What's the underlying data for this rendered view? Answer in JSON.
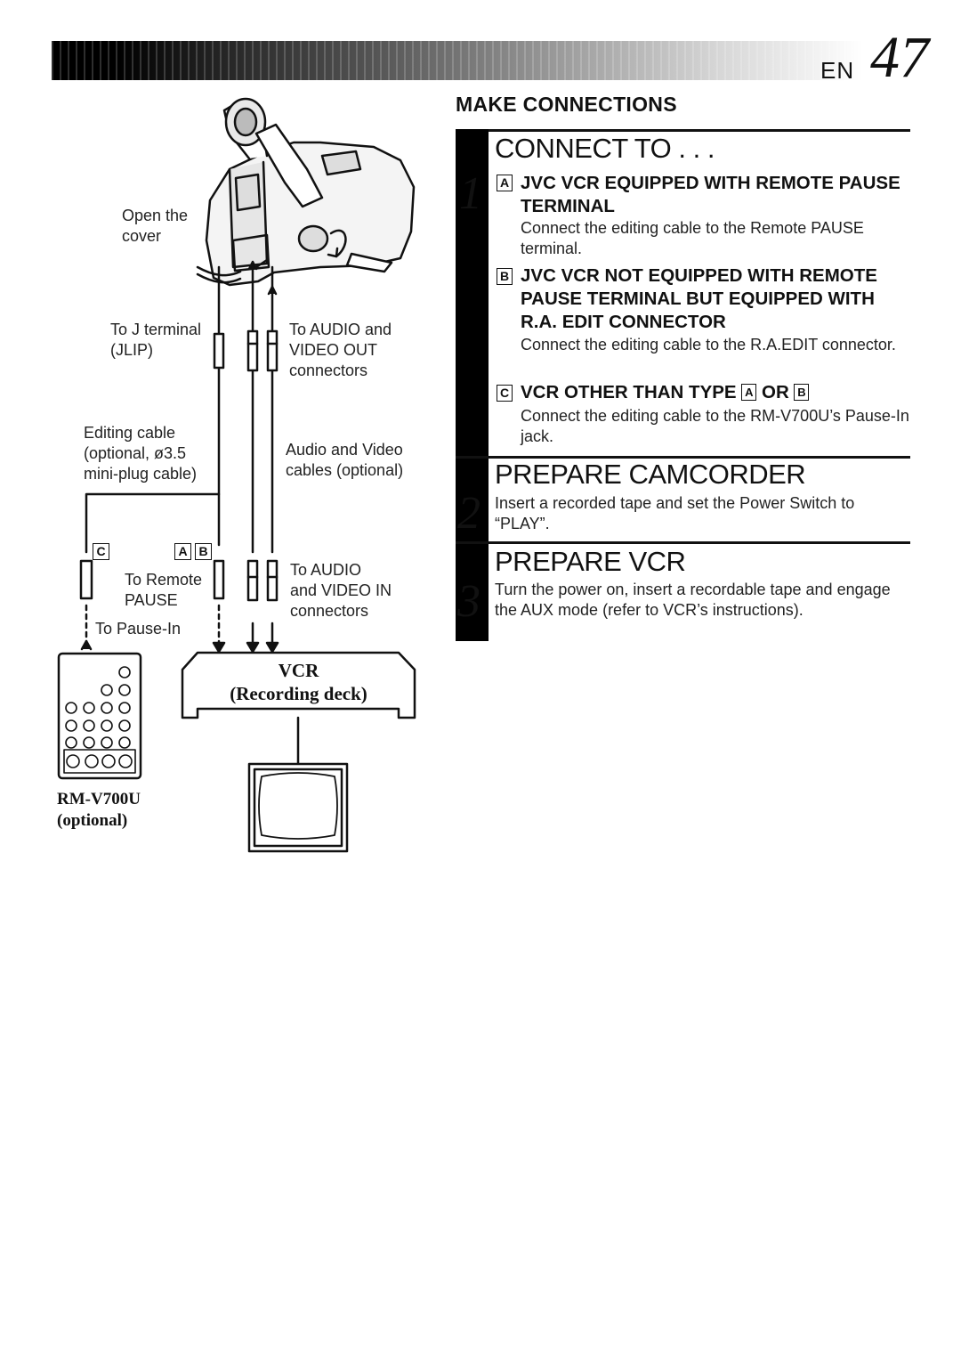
{
  "header": {
    "lang": "EN",
    "page_number": "47"
  },
  "diagram": {
    "open_cover": "Open the\ncover",
    "to_j_terminal": "To J terminal\n(JLIP)",
    "to_audio_video_out": "To AUDIO and\nVIDEO OUT\nconnectors",
    "editing_cable": "Editing cable\n(optional, ø3.5\nmini-plug cable)",
    "av_cables": "Audio and Video\ncables (optional)",
    "badge_c": "C",
    "badge_a": "A",
    "badge_b": "B",
    "to_remote_pause": "To Remote\nPAUSE",
    "to_audio_video_in": "To AUDIO\nand VIDEO IN\nconnectors",
    "to_pause_in": "To Pause-In",
    "vcr_label": "VCR",
    "recording_deck": "(Recording deck)",
    "remote_model": "RM-V700U",
    "remote_optional": "(optional)"
  },
  "section_title": "MAKE CONNECTIONS",
  "steps": [
    {
      "number": "1",
      "title": "CONNECT TO . . .",
      "items": [
        {
          "badge": "A",
          "heading": "JVC VCR EQUIPPED WITH REMOTE PAUSE TERMINAL",
          "body": "Connect the editing cable to the Remote PAUSE terminal."
        },
        {
          "badge": "B",
          "heading": "JVC VCR NOT EQUIPPED WITH REMOTE PAUSE TERMINAL BUT EQUIPPED WITH R.A. EDIT CONNECTOR",
          "body": "Connect the editing cable to the R.A.EDIT connector."
        },
        {
          "badge": "C",
          "heading_prefix": "VCR OTHER THAN TYPE",
          "heading_or": "OR",
          "ref_a": "A",
          "ref_b": "B",
          "body": "Connect the editing cable to the RM-V700U’s Pause-In jack."
        }
      ]
    },
    {
      "number": "2",
      "title": "PREPARE CAMCORDER",
      "body": "Insert a recorded tape and set the Power Switch to “PLAY”."
    },
    {
      "number": "3",
      "title": "PREPARE VCR",
      "body": "Turn the power on, insert a recordable tape and engage the AUX mode (refer to VCR’s instructions)."
    }
  ]
}
